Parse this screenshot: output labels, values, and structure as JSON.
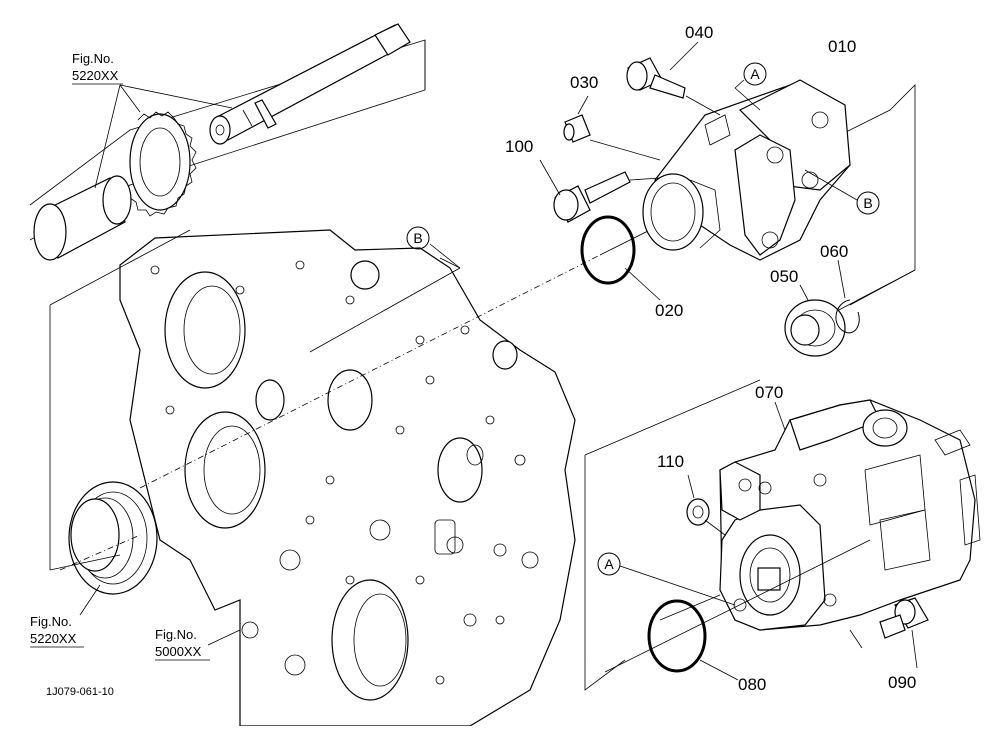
{
  "part_labels": {
    "p010": "010",
    "p020": "020",
    "p030": "030",
    "p040": "040",
    "p050": "050",
    "p060": "060",
    "p070": "070",
    "p080": "080",
    "p090": "090",
    "p100": "100",
    "p110": "110"
  },
  "callouts": {
    "a_top": "A",
    "a_lower": "A",
    "b_top": "B",
    "b_right": "B"
  },
  "figure_refs": {
    "top_left": {
      "title": "Fig.No.",
      "number": "5220XX"
    },
    "bottom_left": {
      "title": "Fig.No.",
      "number": "5220XX"
    },
    "bottom_mid": {
      "title": "Fig.No.",
      "number": "5000XX"
    }
  },
  "drawing_code": "1J079-061-10"
}
